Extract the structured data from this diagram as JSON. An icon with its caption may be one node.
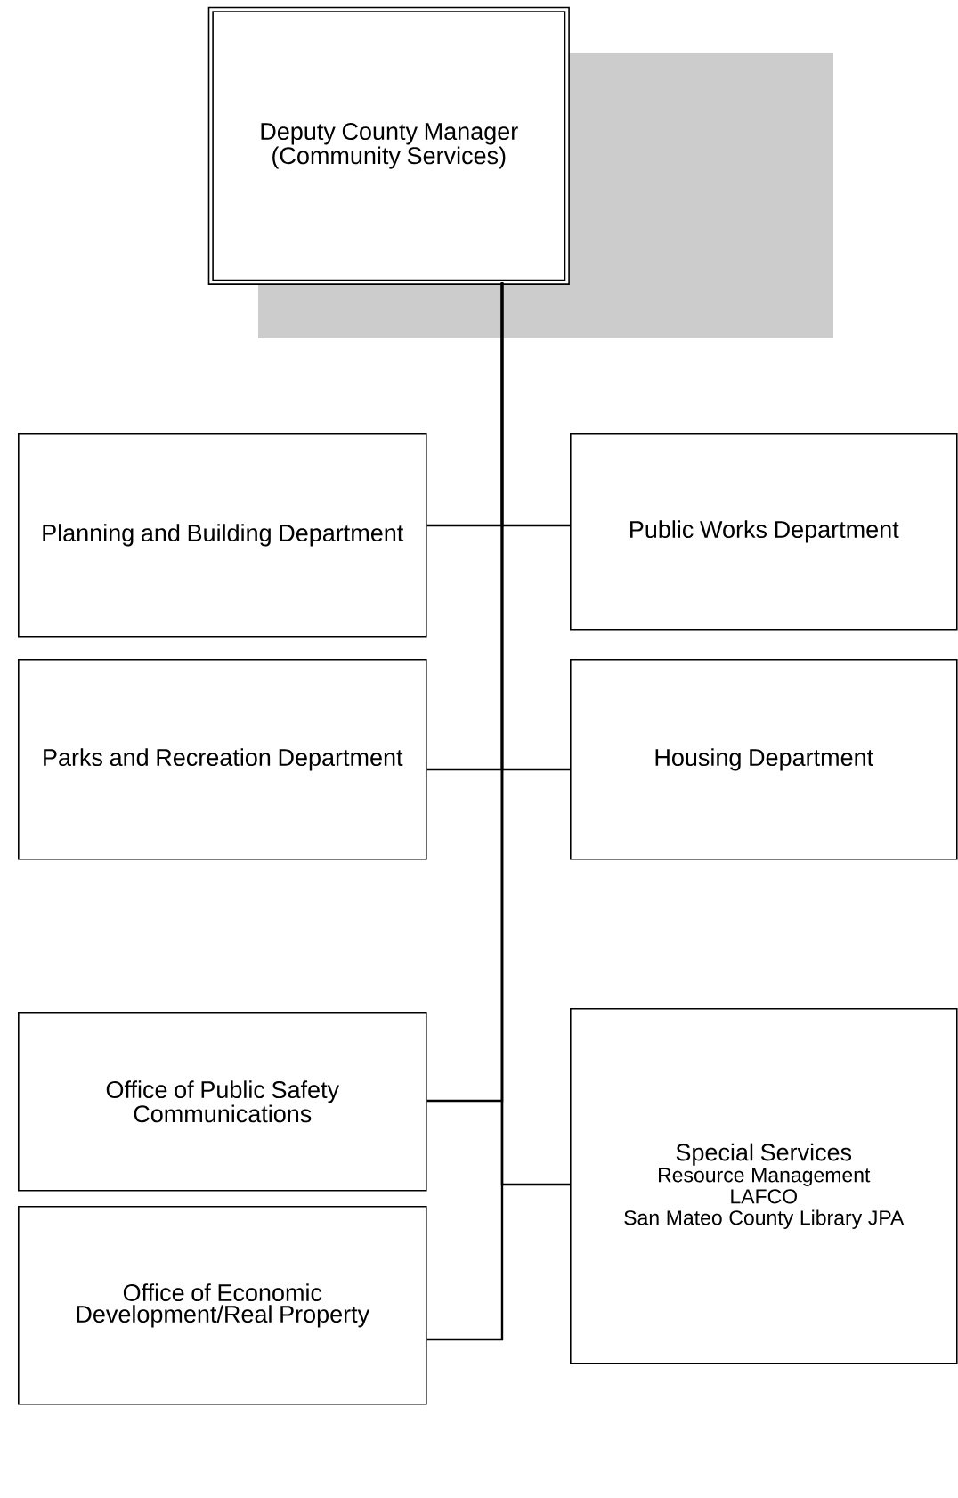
{
  "diagram": {
    "nodes": [
      {
        "text": [
          "Deputy County Manager (Community Services)"
        ]
      },
      {
        "text": [
          "Planning and Building Department"
        ]
      },
      {
        "text": [
          "Public Works Department"
        ]
      },
      {
        "text": [
          "Parks and Recreation Department"
        ]
      },
      {
        "text": [
          "Housing Department"
        ]
      },
      {
        "text": [
          "Office of Public Safety Communications"
        ]
      },
      {
        "text": [
          "Special Services",
          "Resource Management",
          "LAFCO",
          "San Mateo County Library JPA"
        ]
      },
      {
        "text": [
          "Office of Economic Development/Real Property"
        ]
      }
    ],
    "edges": [
      {
        "from": 0,
        "to": 1,
        "arrow": "none"
      },
      {
        "from": 0,
        "to": 2,
        "arrow": "none"
      },
      {
        "from": 0,
        "to": 3,
        "arrow": "none"
      },
      {
        "from": 0,
        "to": 4,
        "arrow": "none"
      },
      {
        "from": 0,
        "to": 5,
        "arrow": "none"
      },
      {
        "from": 0,
        "to": 6,
        "arrow": "none"
      },
      {
        "from": 0,
        "to": 7,
        "arrow": "none"
      }
    ]
  }
}
